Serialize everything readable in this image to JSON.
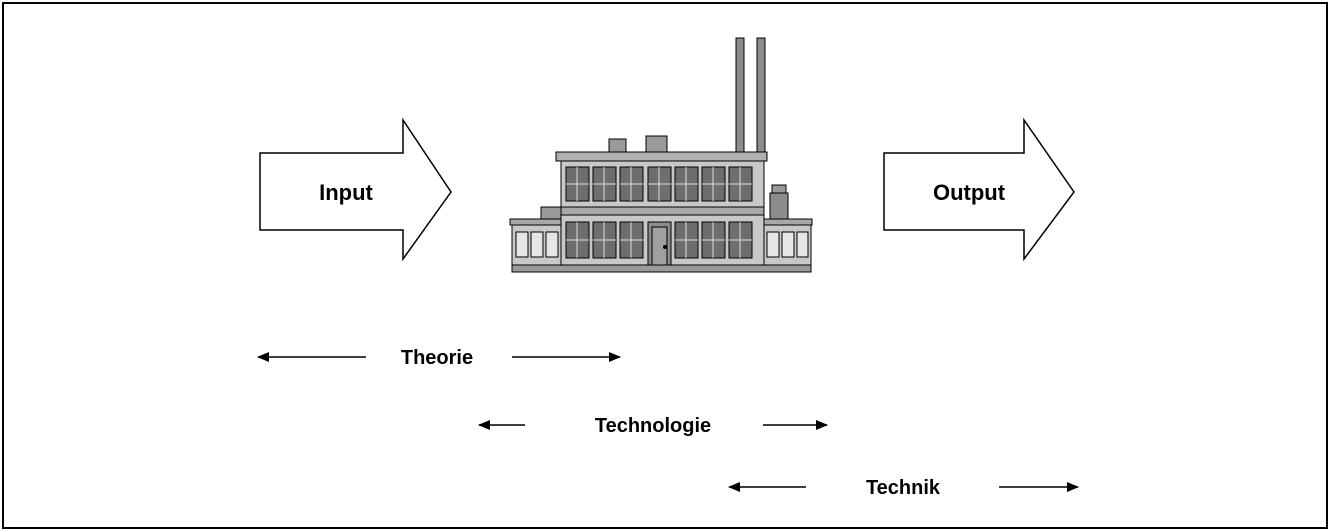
{
  "diagram": {
    "input_label": "Input",
    "output_label": "Output",
    "factory_icon": "factory-icon",
    "ranges": [
      {
        "id": "theorie",
        "label": "Theorie"
      },
      {
        "id": "technologie",
        "label": "Technologie"
      },
      {
        "id": "technik",
        "label": "Technik"
      }
    ]
  },
  "colors": {
    "stroke": "#000000",
    "building": "#c8c8c8",
    "building_dark": "#8c8c8c",
    "window": "#6e6e6e"
  }
}
